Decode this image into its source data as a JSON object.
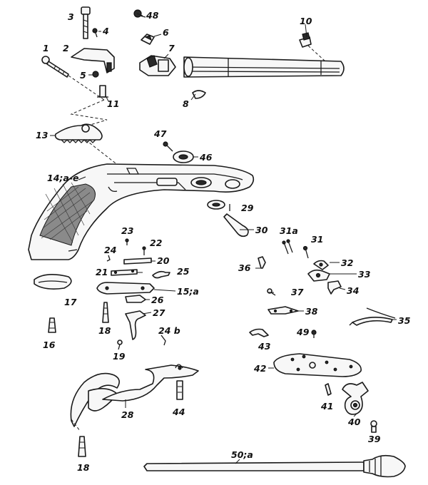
{
  "labels": {
    "p1": "1",
    "p2": "2",
    "p3": "3",
    "p4": "4",
    "p5": "5",
    "p6": "6",
    "p7": "7",
    "p8": "8",
    "p10": "10",
    "p11": "11",
    "p13": "13",
    "p14": "14;a-e",
    "p15": "15;a",
    "p16": "16",
    "p17": "17",
    "p18a": "18",
    "p18b": "18",
    "p19": "19",
    "p20": "20",
    "p21": "21",
    "p22": "22",
    "p23": "23",
    "p24": "24",
    "p24b": "24 b",
    "p25": "25",
    "p26": "26",
    "p27": "27",
    "p28": "28",
    "p29": "29",
    "p30": "30",
    "p31": "31",
    "p31a": "31a",
    "p32": "32",
    "p33": "33",
    "p34": "34",
    "p35": "35",
    "p36": "36",
    "p37": "37",
    "p38": "38",
    "p39": "39",
    "p40": "40",
    "p41": "41",
    "p42": "42",
    "p43": "43",
    "p44": "44",
    "p46": "46",
    "p47": "47",
    "p48": "48",
    "p49": "49",
    "p50": "50;a"
  }
}
